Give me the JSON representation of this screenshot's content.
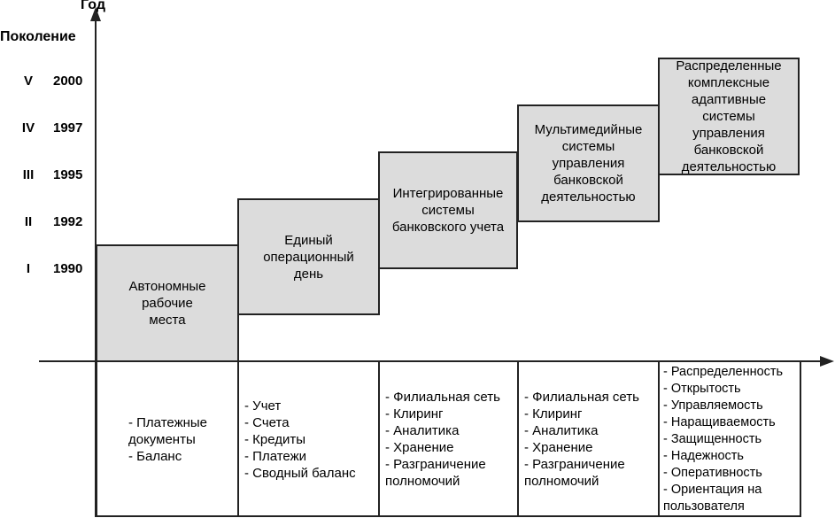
{
  "y_axis_label": "Год",
  "generation_label": "Поколение",
  "levels": [
    {
      "generation": "V",
      "year": "2000"
    },
    {
      "generation": "IV",
      "year": "1997"
    },
    {
      "generation": "III",
      "year": "1995"
    },
    {
      "generation": "II",
      "year": "1992"
    },
    {
      "generation": "I",
      "year": "1990"
    }
  ],
  "steps": [
    "Автономные\nрабочие\nместа",
    "Единый\nоперационный\nдень",
    "Интегрированные\nсистемы\nбанковского учета",
    "Мультимедийные\nсистемы\nуправления\nбанковской\nдеятельностью",
    "Распределенные\nкомплексные\nадаптивные\nсистемы\nуправления\nбанковской\nдеятельностью"
  ],
  "features": [
    "- Платежные\nдокументы\n- Баланс",
    "- Учет\n- Счета\n- Кредиты\n- Платежи\n- Сводный баланс",
    "- Филиальная сеть\n- Клиринг\n- Аналитика\n- Хранение\n- Разграничение\nполномочий",
    "- Филиальная сеть\n- Клиринг\n- Аналитика\n- Хранение\n- Разграничение\nполномочий",
    "- Распределенность\n- Открытость\n- Управляемость\n- Наращиваемость\n- Защищенность\n- Надежность\n- Оперативность\n- Ориентация на\nпользователя"
  ]
}
